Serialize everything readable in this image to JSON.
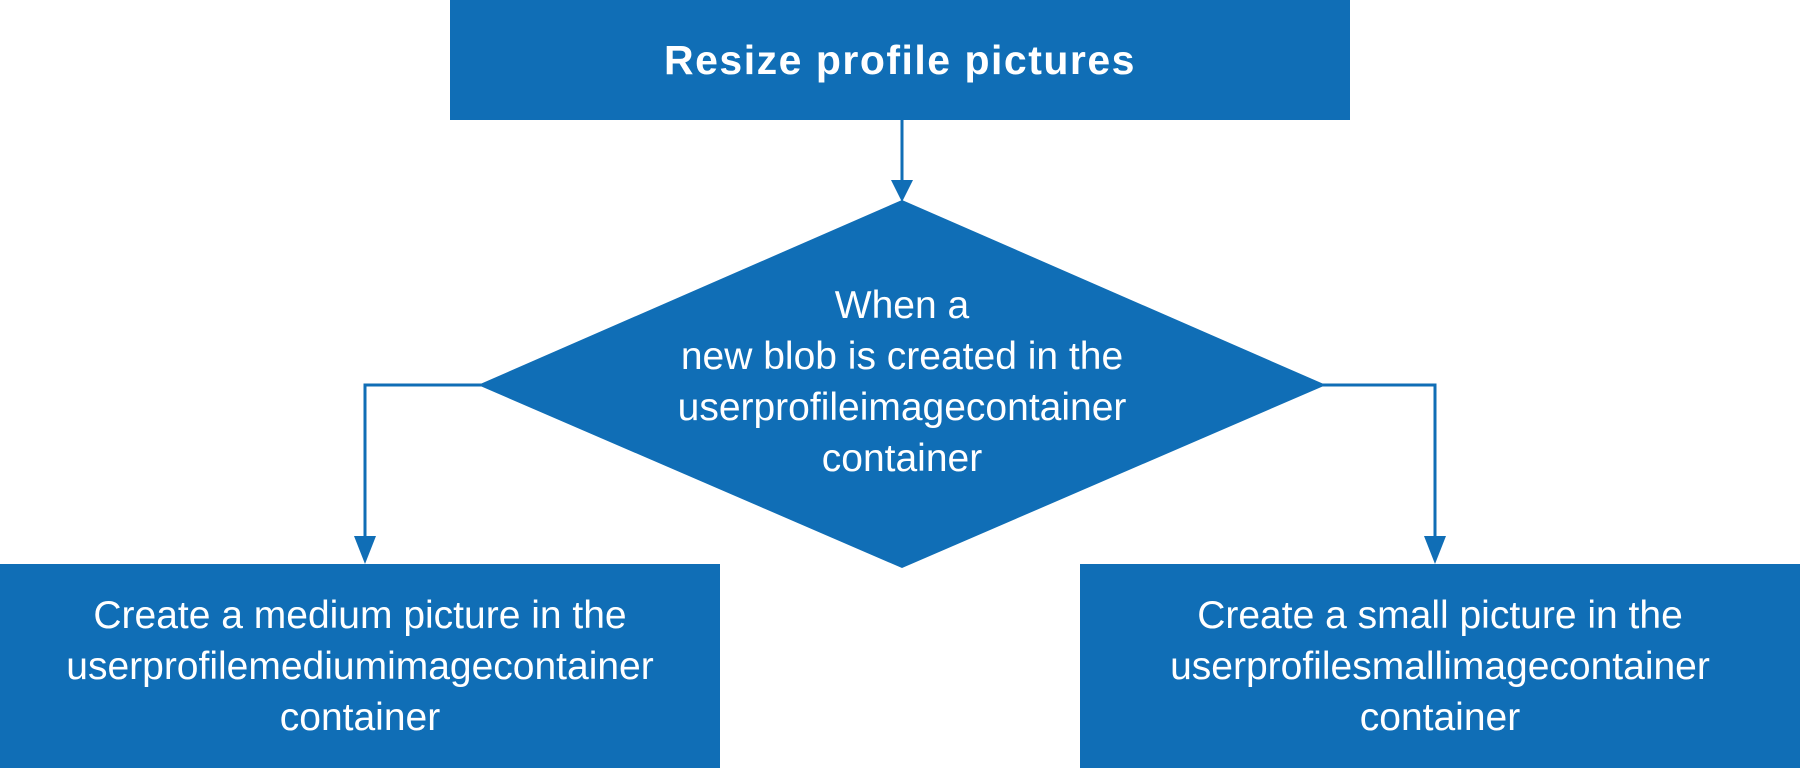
{
  "colors": {
    "fill": "#106EB6",
    "connector": "#106EB6",
    "text": "#FFFFFF",
    "background": "#FFFFFF"
  },
  "title": "Resize profile pictures",
  "decision": {
    "lines": [
      "When a",
      "new blob is created in the",
      "userprofileimagecontainer",
      "container"
    ]
  },
  "left_box": {
    "lines": [
      "Create a medium picture in the",
      "userprofilemediumimagecontainer",
      "container"
    ]
  },
  "right_box": {
    "lines": [
      "Create a small picture in the",
      "userprofilesmallimagecontainer",
      "container"
    ]
  }
}
